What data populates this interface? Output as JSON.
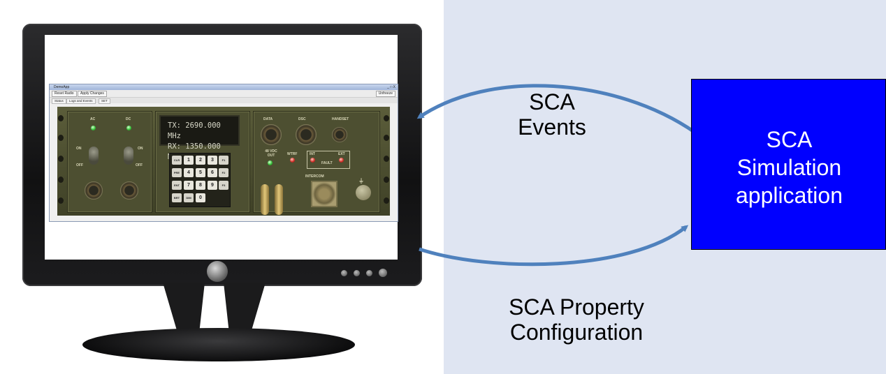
{
  "monitor_app": {
    "window_title": "DemoApp",
    "window_controls": "_ □ X",
    "toolbar": {
      "reset_radio": "Reset Radio",
      "apply_changes": "Apply Changes",
      "right_button": "Unfreeze"
    },
    "tabs": [
      "Status",
      "Logs and Events",
      "SET"
    ],
    "radio": {
      "ac_label": "AC",
      "dc_label": "DC",
      "on_label": "ON",
      "off_label": "OFF",
      "tx_line": "TX: 2690.000 MHz",
      "rx_line": "RX: 1350.000 MHz",
      "keys": [
        "1",
        "2",
        "3",
        "4",
        "5",
        "6",
        "7",
        "8",
        "9",
        "0"
      ],
      "side_keys": [
        "CLR",
        "PRE",
        "ENT",
        "BRT",
        "DIM",
        "F1",
        "F2",
        "F3"
      ],
      "data_label": "DATA",
      "dsc_label": "DSC",
      "handset_label": "HANDSET",
      "vdc_label": "48 VDC OUT",
      "wtrf_label": "WTRF",
      "int_label": "INT",
      "ext_label": "EXT",
      "fault_label": "FAULT",
      "intercom_label": "INTERCOM",
      "ground_symbol": "⏚"
    }
  },
  "diagram": {
    "box_text": [
      "SCA",
      "Simulation",
      "application"
    ],
    "events_label": [
      "SCA",
      "Events"
    ],
    "property_label": [
      "SCA Property",
      "Configuration"
    ],
    "box_color": "#0000ff",
    "arrow_color": "#4f81bd",
    "background_color": "#dfe5f2"
  }
}
